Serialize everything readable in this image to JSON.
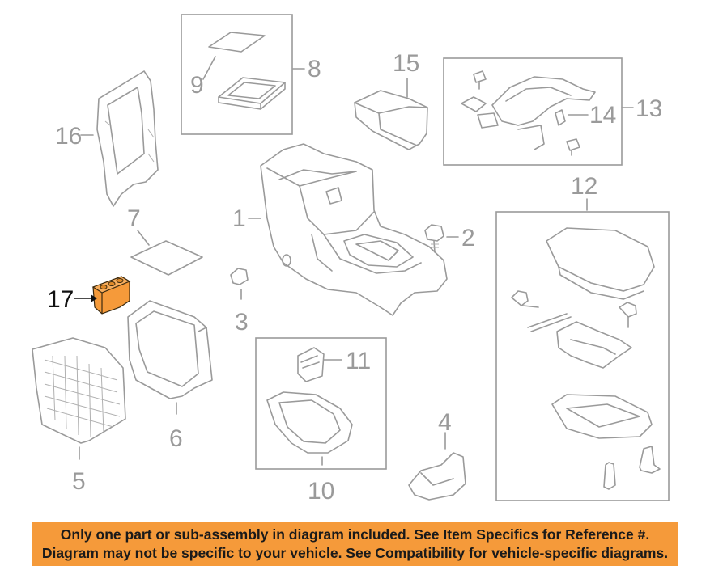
{
  "callouts": {
    "c1": "1",
    "c2": "2",
    "c3": "3",
    "c4": "4",
    "c5": "5",
    "c6": "6",
    "c7": "7",
    "c8": "8",
    "c9": "9",
    "c10": "10",
    "c11": "11",
    "c12": "12",
    "c13": "13",
    "c14": "14",
    "c15": "15",
    "c16": "16",
    "c17": "17"
  },
  "highlight": {
    "part": "17",
    "color": "#f59a3a"
  },
  "banner": {
    "line1": "Only one part or sub-assembly in diagram included. See Item Specifics for Reference #.",
    "line2": "Diagram may not be specific to your vehicle. See Compatibility for vehicle-specific diagrams."
  }
}
